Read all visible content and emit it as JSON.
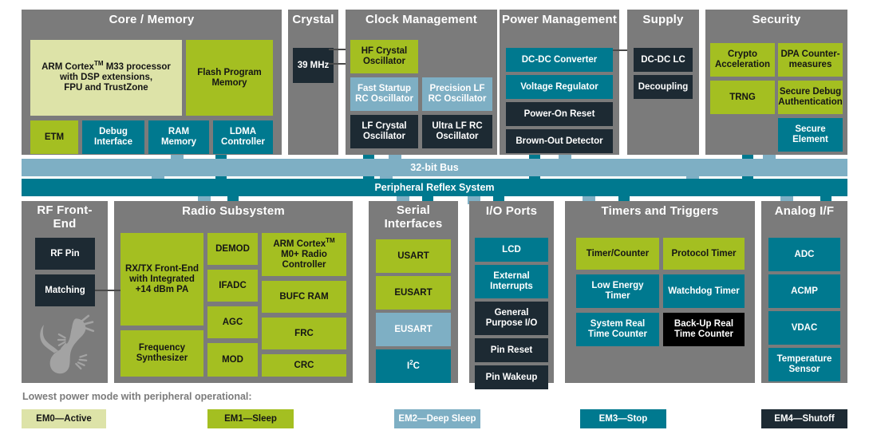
{
  "colors": {
    "panel_bg": "#7b7b7b",
    "em0": "#dde3a8",
    "em1": "#a4bf21",
    "em2": "#7eafc4",
    "em3": "#00798f",
    "em4": "#1d2a33",
    "black": "#000000",
    "wire": "#4a4a4a"
  },
  "panels": {
    "core_memory": {
      "title": "Core / Memory",
      "blocks": {
        "cpu": "ARM Cortex™ M33 processor with DSP extensions, FPU and TrustZone",
        "cpu_line1": "ARM Cortex",
        "cpu_line1b": " M33 processor",
        "cpu_line2": "with DSP extensions,",
        "cpu_line3": "FPU and TrustZone",
        "flash": "Flash Program Memory",
        "etm": "ETM",
        "debug": "Debug Interface",
        "ram": "RAM Memory",
        "ldma": "LDMA Controller"
      }
    },
    "crystal": {
      "title": "Crystal",
      "blocks": {
        "xtal": "39 MHz"
      }
    },
    "clock_management": {
      "title": "Clock Management",
      "blocks": {
        "hfxo": "HF Crystal Oscillator",
        "fsrco": "Fast Startup RC Oscillator",
        "lfrco": "Precision LF RC Oscillator",
        "lfxo": "LF Crystal Oscillator",
        "ulfrco": "Ultra LF RC Oscillator"
      }
    },
    "power_management": {
      "title": "Power Management",
      "blocks": {
        "dcdc": "DC-DC Converter",
        "vreg": "Voltage Regulator",
        "por": "Power-On Reset",
        "bod": "Brown-Out Detector"
      }
    },
    "supply": {
      "title": "Supply",
      "blocks": {
        "dcdc_lc": "DC-DC LC",
        "decoupling": "Decoupling"
      }
    },
    "security": {
      "title": "Security",
      "blocks": {
        "crypto": "Crypto Acceleration",
        "dpa": "DPA Counter-measures",
        "trng": "TRNG",
        "sda": "Secure Debug Authentication",
        "se": "Secure Element"
      }
    },
    "rf_front_end": {
      "title": "RF Front-End",
      "blocks": {
        "rf_pin": "RF Pin",
        "matching": "Matching"
      },
      "logo": "gecko-logo"
    },
    "radio_subsystem": {
      "title": "Radio Subsystem",
      "blocks": {
        "rxtx": "RX/TX Front-End with Integrated +14 dBm PA",
        "freq_synth": "Frequency Synthesizer",
        "demod": "DEMOD",
        "ifadc": "IFADC",
        "agc": "AGC",
        "mod": "MOD",
        "m0": "ARM Cortex™ M0+ Radio Controller",
        "bufc": "BUFC RAM",
        "frc": "FRC",
        "crc": "CRC"
      }
    },
    "serial_interfaces": {
      "title": "Serial Interfaces",
      "blocks": {
        "usart": "USART",
        "eusart1": "EUSART",
        "eusart2": "EUSART",
        "i2c": "I2C"
      }
    },
    "io_ports": {
      "title": "I/O Ports",
      "blocks": {
        "lcd": "LCD",
        "ext_int": "External Interrupts",
        "gpio": "General Purpose I/O",
        "pin_reset": "Pin Reset",
        "pin_wakeup": "Pin Wakeup"
      }
    },
    "timers_triggers": {
      "title": "Timers and Triggers",
      "blocks": {
        "timer_counter": "Timer/Counter",
        "protocol_timer": "Protocol Timer",
        "letimer": "Low Energy Timer",
        "wdog": "Watchdog Timer",
        "sysrtc": "System Real Time Counter",
        "burtc": "Back-Up Real Time Counter"
      }
    },
    "analog_if": {
      "title": "Analog I/F",
      "blocks": {
        "adc": "ADC",
        "acmp": "ACMP",
        "vdac": "VDAC",
        "temp": "Temperature Sensor"
      }
    }
  },
  "buses": {
    "bus32": "32-bit Bus",
    "prs": "Peripheral Reflex System"
  },
  "legend": {
    "caption": "Lowest power mode with peripheral operational:",
    "items": [
      {
        "label": "EM0—Active",
        "mode": "em0"
      },
      {
        "label": "EM1—Sleep",
        "mode": "em1"
      },
      {
        "label": "EM2—Deep Sleep",
        "mode": "em2"
      },
      {
        "label": "EM3—Stop",
        "mode": "em3"
      },
      {
        "label": "EM4—Shutoff",
        "mode": "em4"
      }
    ]
  }
}
